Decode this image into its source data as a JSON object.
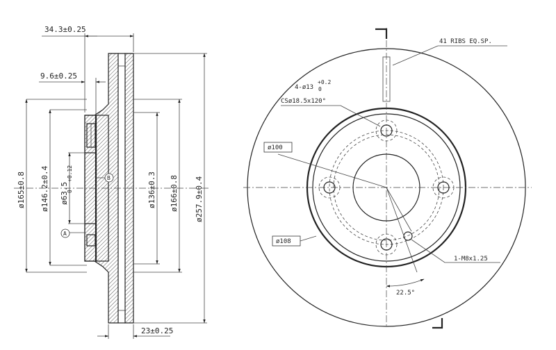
{
  "side_view": {
    "dim_overall_width": "34.3±0.25",
    "dim_hub_thickness": "9.6±0.25",
    "dim_disc_thickness": "23±0.25",
    "dim_d165": "ø165±0.8",
    "dim_d146": "ø146.2±0.4",
    "dim_d63": "ø63.5",
    "dim_d63_tol_upper": "+0.12",
    "dim_d63_tol_lower": "0",
    "dim_d136": "ø136±0.3",
    "dim_d166": "ø166±0.8",
    "dim_d257": "ø257.9±0.4",
    "datum_a": "A",
    "datum_b": "B"
  },
  "front_view": {
    "ribs_note": "41 RIBS EQ.SP.",
    "holes_note": "4-ø13",
    "holes_tol_upper": "+0.2",
    "holes_tol_lower": "0",
    "countersink_note": "CSø18.5x120°",
    "dim_d100": "ø100",
    "dim_d108": "ø108",
    "thread_note": "1-M8x1.25",
    "angle_note": "22.5°"
  }
}
